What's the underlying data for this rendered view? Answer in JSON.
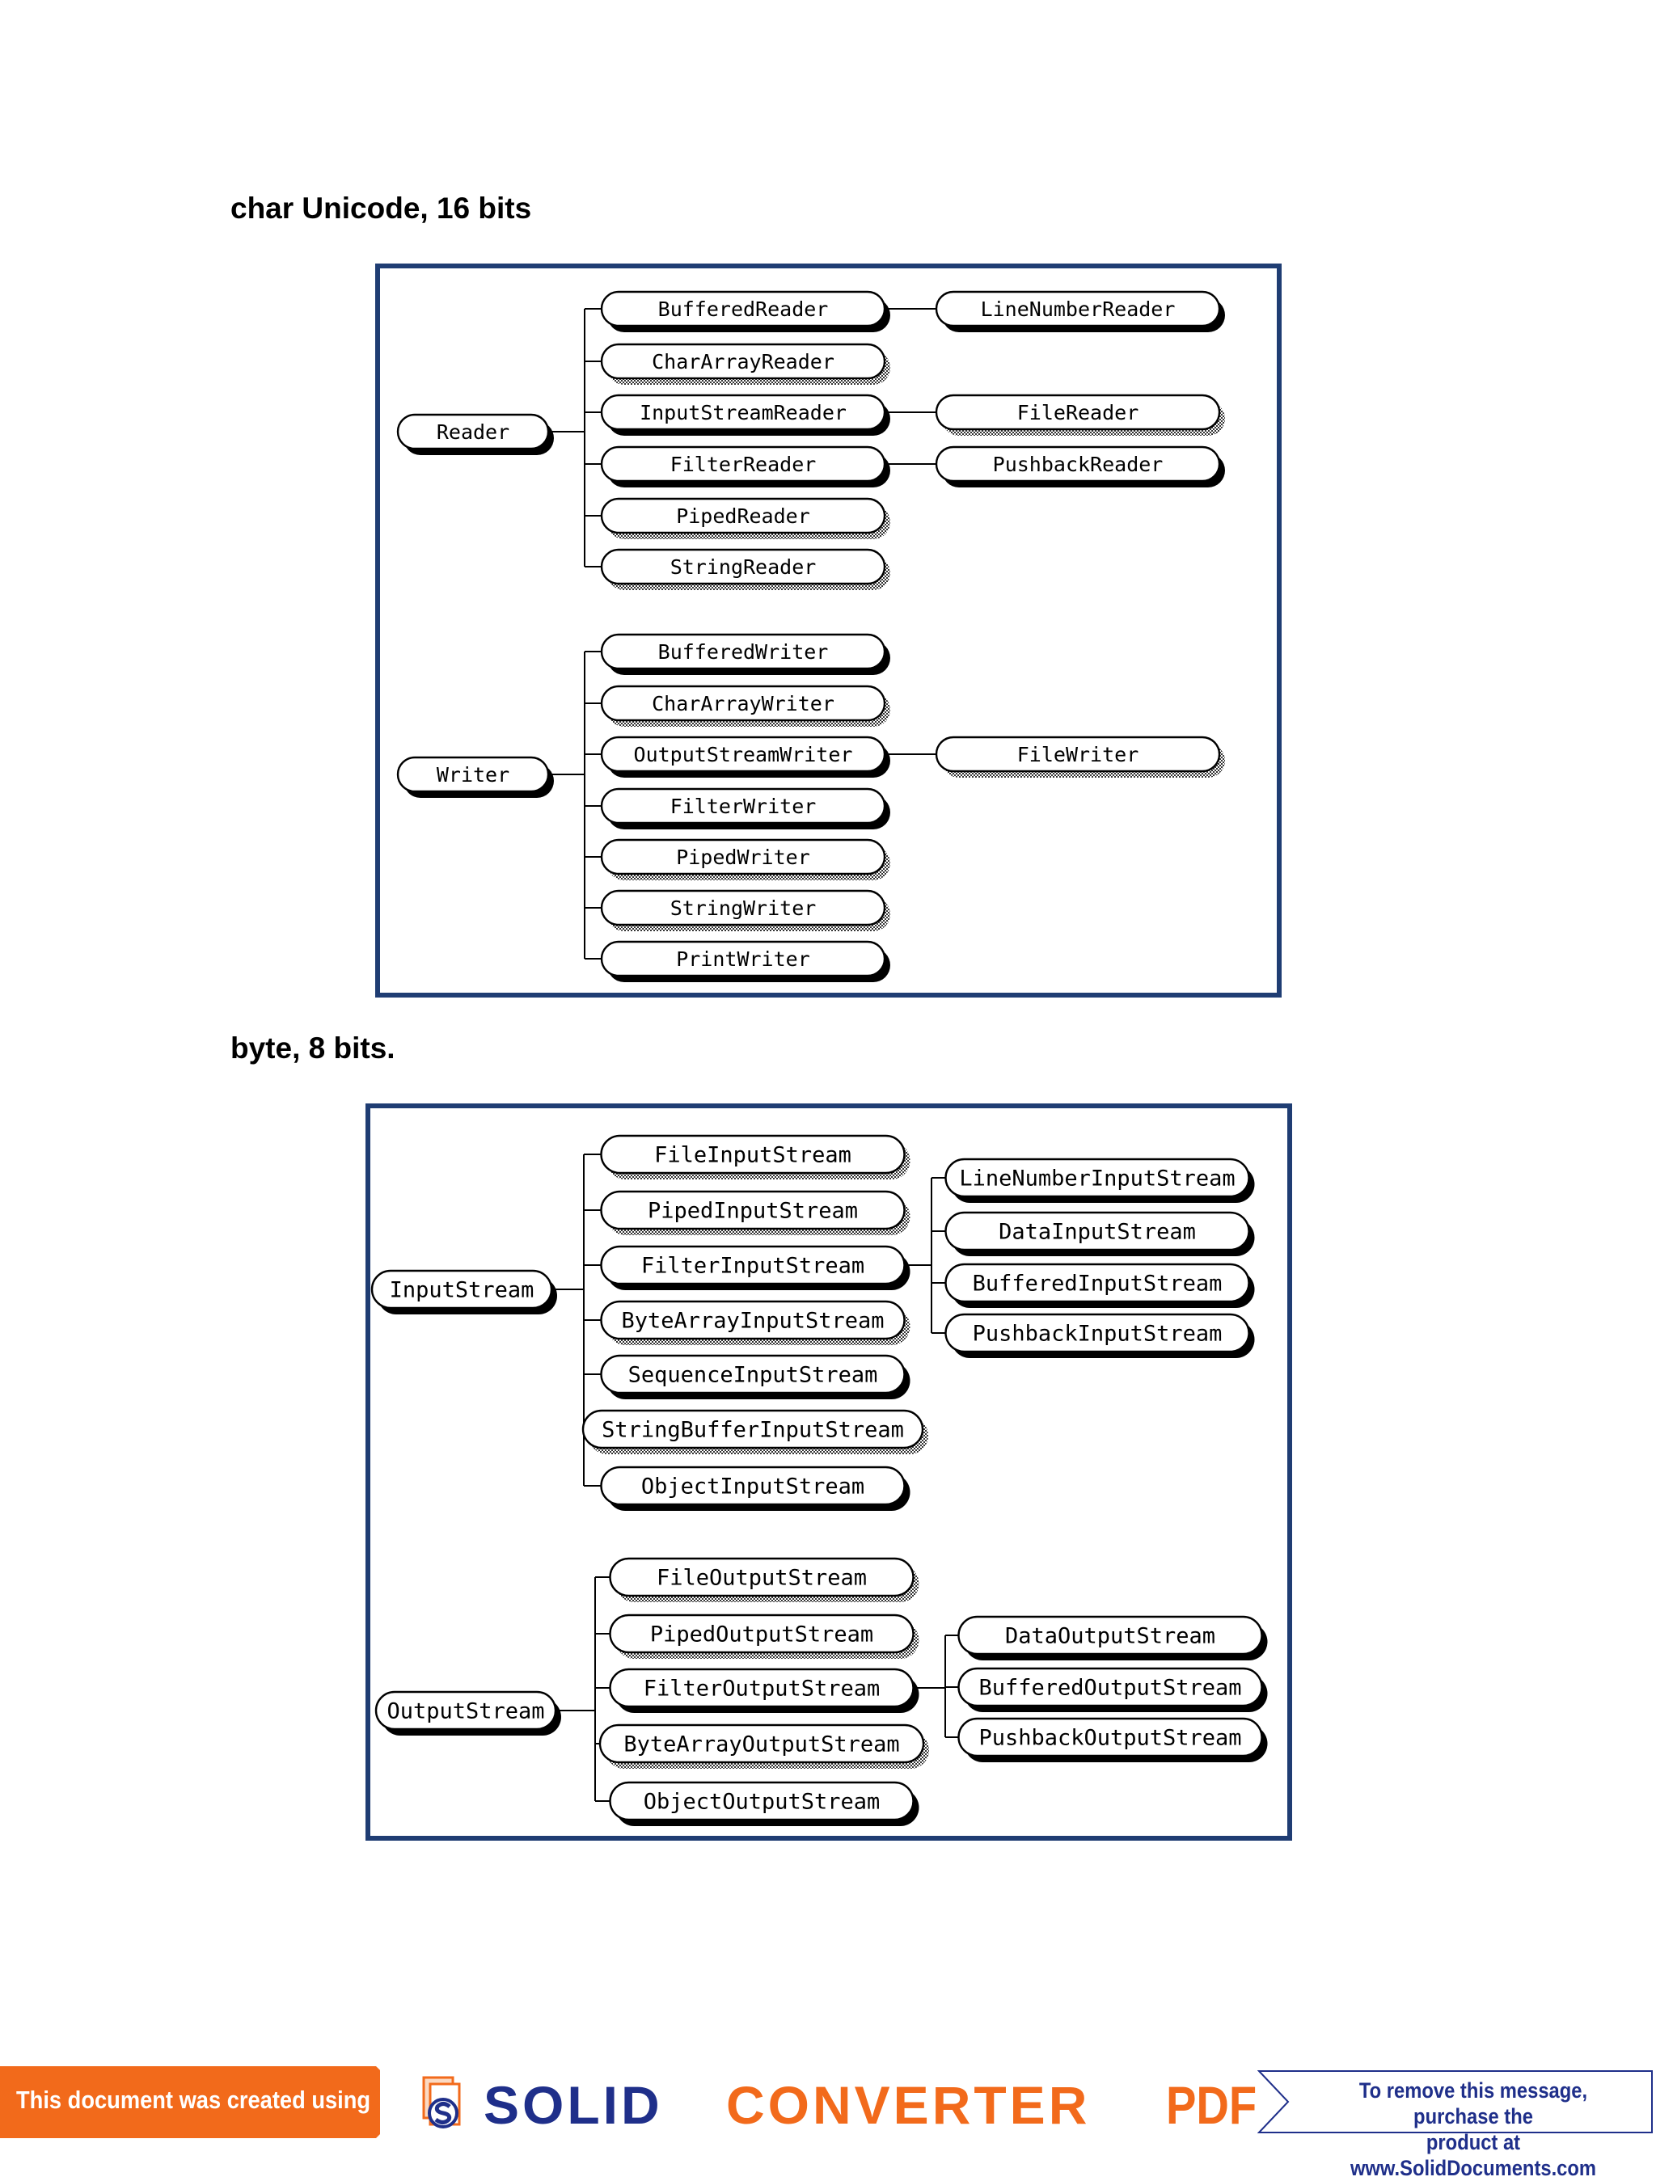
{
  "headings": {
    "char": "char Unicode, 16 bits",
    "byte": "byte, 8 bits."
  },
  "diagrams": {
    "char": {
      "trees": [
        {
          "root": "Reader",
          "children": [
            {
              "label": "BufferedReader",
              "children": [
                "LineNumberReader"
              ]
            },
            {
              "label": "CharArrayReader",
              "children": []
            },
            {
              "label": "InputStreamReader",
              "children": [
                "FileReader"
              ]
            },
            {
              "label": "FilterReader",
              "children": [
                "PushbackReader"
              ]
            },
            {
              "label": "PipedReader",
              "children": []
            },
            {
              "label": "StringReader",
              "children": []
            }
          ]
        },
        {
          "root": "Writer",
          "children": [
            {
              "label": "BufferedWriter",
              "children": []
            },
            {
              "label": "CharArrayWriter",
              "children": []
            },
            {
              "label": "OutputStreamWriter",
              "children": [
                "FileWriter"
              ]
            },
            {
              "label": "FilterWriter",
              "children": []
            },
            {
              "label": "PipedWriter",
              "children": []
            },
            {
              "label": "StringWriter",
              "children": []
            },
            {
              "label": "PrintWriter",
              "children": []
            }
          ]
        }
      ]
    },
    "byte": {
      "trees": [
        {
          "root": "InputStream",
          "children": [
            {
              "label": "FileInputStream",
              "children": []
            },
            {
              "label": "PipedInputStream",
              "children": []
            },
            {
              "label": "FilterInputStream",
              "children": [
                "LineNumberInputStream",
                "DataInputStream",
                "BufferedInputStream",
                "PushbackInputStream"
              ]
            },
            {
              "label": "ByteArrayInputStream",
              "children": []
            },
            {
              "label": "SequenceInputStream",
              "children": []
            },
            {
              "label": "StringBufferInputStream",
              "children": []
            },
            {
              "label": "ObjectInputStream",
              "children": []
            }
          ]
        },
        {
          "root": "OutputStream",
          "children": [
            {
              "label": "FileOutputStream",
              "children": []
            },
            {
              "label": "PipedOutputStream",
              "children": []
            },
            {
              "label": "FilterOutputStream",
              "children": [
                "DataOutputStream",
                "BufferedOutputStream",
                "PushbackOutputStream"
              ]
            },
            {
              "label": "ByteArrayOutputStream",
              "children": []
            },
            {
              "label": "ObjectOutputStream",
              "children": []
            }
          ]
        }
      ]
    }
  },
  "banner": {
    "created_text": "This document was created using",
    "brand_solid": "SOLID",
    "brand_converter": "CONVERTER",
    "brand_pdf": "PDF",
    "purchase_line1": "To remove this message, purchase the",
    "purchase_line2": "product at www.SolidDocuments.com",
    "colors": {
      "orange": "#f26a1b",
      "navy": "#1f2f8a",
      "frame": "#1f3d73"
    }
  }
}
